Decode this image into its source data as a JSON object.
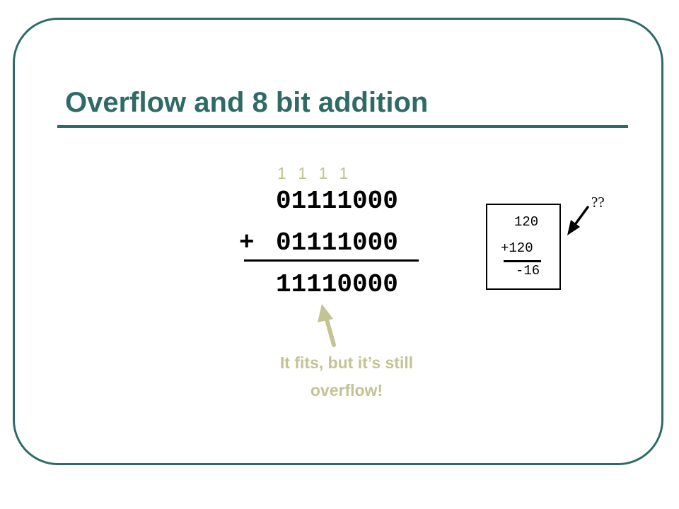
{
  "slide": {
    "title": "Overflow and 8 bit addition",
    "addition": {
      "carry_row": "1 1 1 1",
      "addend_1": "01111000",
      "operator": "+",
      "addend_2": "01111000",
      "sum": "11110000"
    },
    "note": {
      "line_1": "It fits, but it’s still",
      "line_2": "overflow!"
    },
    "decimal_box": {
      "addend_1": "120",
      "addend_2": "+120",
      "result": "-16"
    },
    "question": "??"
  },
  "colors": {
    "theme": "#2f6b66",
    "accent": "#c3c394",
    "text": "#000000"
  }
}
